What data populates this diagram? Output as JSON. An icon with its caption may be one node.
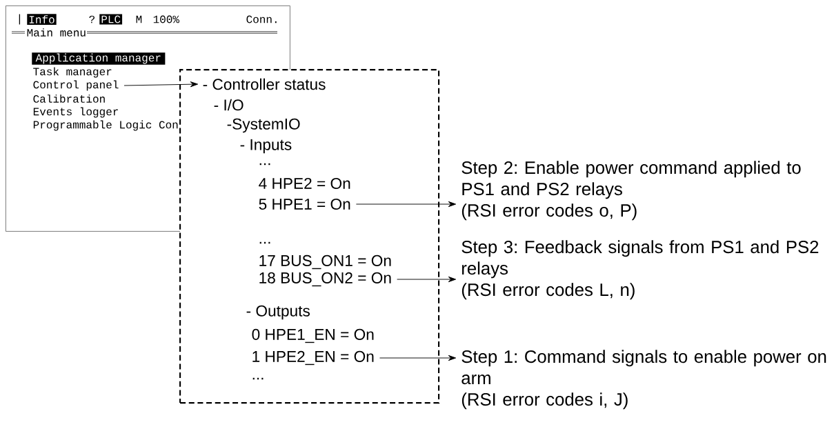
{
  "diagram": {
    "nodes": [
      {
        "text": [
          "Main menu"
        ]
      },
      {
        "text": [
          "Application manager"
        ],
        "in": 0
      },
      {
        "text": [
          "Task manager"
        ],
        "in": 0
      },
      {
        "text": [
          "Control panel"
        ],
        "in": 0
      },
      {
        "text": [
          "Calibration"
        ],
        "in": 0
      },
      {
        "text": [
          "Events logger"
        ],
        "in": 0
      },
      {
        "text": [
          "Programmable Logic Con"
        ],
        "in": 0
      },
      {
        "text": [],
        "shape": "box"
      },
      {
        "text": [
          "- Controller status"
        ],
        "in": 7
      },
      {
        "text": [
          "- I/O"
        ]
      },
      {
        "text": [
          "-SystemIO"
        ],
        "in": 7
      },
      {
        "text": [
          "- Inputs"
        ]
      },
      {
        "text": [
          "..."
        ]
      },
      {
        "text": [
          "4 HPE2 = On"
        ],
        "in": 7
      },
      {
        "text": [
          "5 HPE1 = On"
        ],
        "in": 7
      },
      {
        "text": [
          "..."
        ],
        "in": 7
      },
      {
        "text": [
          "17 BUS_ON1 = On"
        ],
        "in": 7
      },
      {
        "text": [
          "18 BUS_ON2 = On"
        ],
        "in": 7
      },
      {
        "text": [
          "- Outputs"
        ],
        "in": 7
      },
      {
        "text": [
          "0 HPE1_EN = On"
        ],
        "in": 7
      },
      {
        "text": [
          "1 HPE2_EN = On"
        ],
        "in": 7
      },
      {
        "text": [
          "..."
        ],
        "in": 7
      },
      {
        "text": [
          "Step 2: Enable power command applied to PS1 and PS2 relays",
          "(RSI error codes o, P)"
        ]
      },
      {
        "text": [
          "Step 3: Feedback signals from PS1 and PS2 relays",
          "(RSI error codes L, n)"
        ]
      },
      {
        "text": [
          "Step 1: Command signals to enable power on arm",
          "(RSI error codes i, J)"
        ]
      }
    ],
    "edges": [
      {
        "from": 3,
        "to": 8,
        "arrow": "to"
      },
      {
        "from": 14,
        "to": 22,
        "arrow": "to"
      },
      {
        "from": 17,
        "to": 23,
        "arrow": "to"
      },
      {
        "from": 20,
        "to": 24,
        "arrow": "to"
      }
    ],
    "labels": [
      "|",
      "Info",
      "?",
      "PLC",
      "M",
      "100%",
      "Conn."
    ]
  }
}
